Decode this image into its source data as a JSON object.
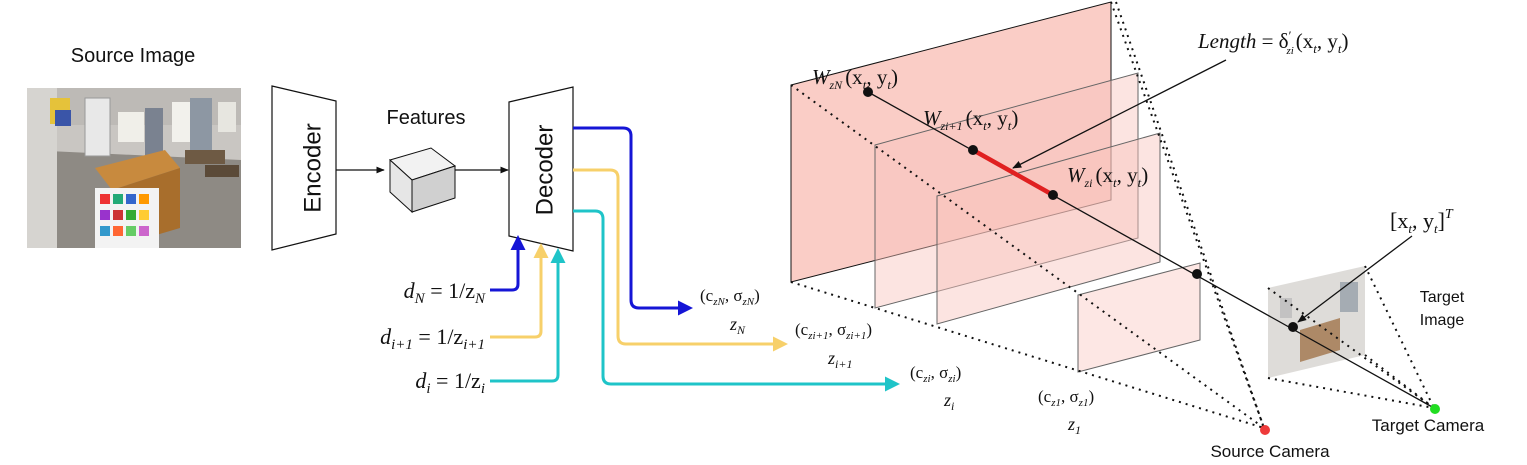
{
  "source_image": {
    "title": "Source Image"
  },
  "network": {
    "encoder_label": "Encoder",
    "features_label": "Features",
    "decoder_label": "Decoder"
  },
  "disparities": [
    {
      "lhs": "d",
      "sub": "N",
      "eq": " = 1/z",
      "sub2": "N",
      "color": "#1515d6"
    },
    {
      "lhs": "d",
      "sub": "i+1",
      "eq": " = 1/z",
      "sub2": "i+1",
      "color": "#f7d06a"
    },
    {
      "lhs": "d",
      "sub": "i",
      "eq": " = 1/z",
      "sub2": "i",
      "color": "#1fc4c8"
    }
  ],
  "outputs": [
    {
      "pair": "(c",
      "sub_a": "zN",
      "mid": ", σ",
      "sub_b": "zN",
      "close": ")",
      "z": "z",
      "z_sub": "N"
    },
    {
      "pair": "(c",
      "sub_a": "zi+1",
      "mid": ", σ",
      "sub_b": "zi+1",
      "close": ")",
      "z": "z",
      "z_sub": "i+1"
    },
    {
      "pair": "(c",
      "sub_a": "zi",
      "mid": ", σ",
      "sub_b": "zi",
      "close": ")",
      "z": "z",
      "z_sub": "i"
    },
    {
      "pair": "(c",
      "sub_a": "z1",
      "mid": ", σ",
      "sub_b": "z1",
      "close": ")",
      "z": "z",
      "z_sub": "1"
    }
  ],
  "warps": [
    {
      "W": "W",
      "sub": "zN",
      "arg": "(x",
      "t1": "t",
      "comma": ", y",
      "t2": "t",
      "close": ")"
    },
    {
      "W": "W",
      "sub": "zi+1",
      "arg": "(x",
      "t1": "t",
      "comma": ", y",
      "t2": "t",
      "close": ")"
    },
    {
      "W": "W",
      "sub": "zi",
      "arg": "(x",
      "t1": "t",
      "comma": ", y",
      "t2": "t",
      "close": ")"
    }
  ],
  "length_label": {
    "word": "Length",
    "eq": " = δ",
    "sup": "′",
    "sub": "zi",
    "arg": "(x",
    "t1": "t",
    "comma": ", y",
    "t2": "t",
    "close": ")"
  },
  "target_coord": {
    "open": "[x",
    "t1": "t",
    "comma": ", y",
    "t2": "t",
    "close": "]",
    "sup": "T"
  },
  "cameras": {
    "source_label": "Source Camera",
    "target_label": "Target Camera",
    "target_image_label_line1": "Target",
    "target_image_label_line2": "Image",
    "source_color": "#ee3a3a",
    "target_color": "#22dd22"
  },
  "colors": {
    "plane_fill": "#f9c4bc",
    "segment": "#e02020",
    "blue": "#1515d6",
    "yellow": "#f7d06a",
    "cyan": "#1fc4c8"
  }
}
